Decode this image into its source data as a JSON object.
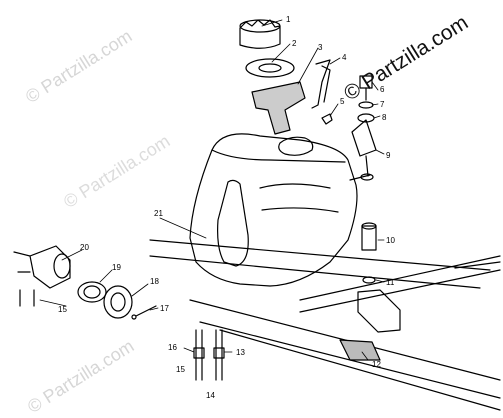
{
  "watermark": {
    "main": "© Partzilla.com",
    "ghost": "© Partzilla.com"
  },
  "callouts": {
    "c1": "1",
    "c2": "2",
    "c3": "3",
    "c4": "4",
    "c5": "5",
    "c6": "6",
    "c7": "7",
    "c8": "8",
    "c9": "9",
    "c10": "10",
    "c11": "11",
    "c12": "12",
    "c13": "13",
    "c14": "14",
    "c15a": "15",
    "c15b": "15",
    "c16": "16",
    "c17": "17",
    "c18": "18",
    "c19": "19",
    "c20": "20",
    "c21": "21"
  },
  "colors": {
    "line": "#000000",
    "ghost_text": "#d6d6d6",
    "background": "#ffffff"
  }
}
